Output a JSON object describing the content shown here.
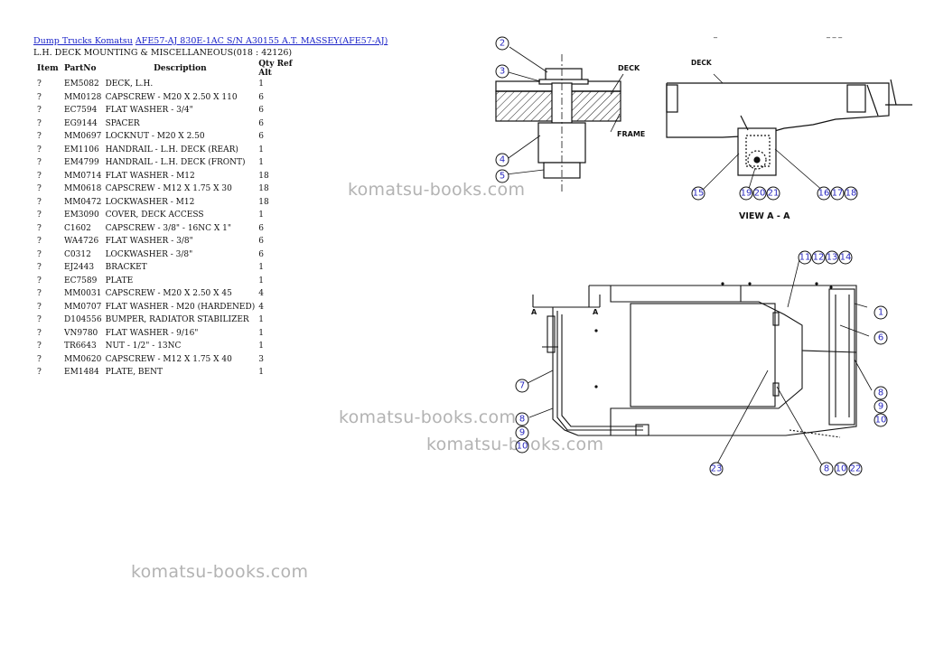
{
  "breadcrumb": {
    "link1": "Dump Trucks Komatsu",
    "link2": "AFE57-AJ 830E-1AC S/N A30155 A.T. MASSEY(AFE57-AJ)"
  },
  "subtitle": "L.H. DECK MOUNTING & MISCELLANEOUS(018 : 42126)",
  "table": {
    "headers": {
      "item": "Item",
      "partno": "PartNo",
      "description": "Description",
      "qty": "Qty Ref Alt"
    },
    "rows": [
      {
        "item": "?",
        "partno": "EM5082",
        "description": "DECK, L.H.",
        "qty": "1"
      },
      {
        "item": "?",
        "partno": "MM0128",
        "description": "CAPSCREW - M20 X 2.50 X 110",
        "qty": "6"
      },
      {
        "item": "?",
        "partno": "EC7594",
        "description": "FLAT WASHER - 3/4\"",
        "qty": "6"
      },
      {
        "item": "?",
        "partno": "EG9144",
        "description": "SPACER",
        "qty": "6"
      },
      {
        "item": "?",
        "partno": "MM0697",
        "description": "LOCKNUT - M20 X 2.50",
        "qty": "6"
      },
      {
        "item": "?",
        "partno": "EM1106",
        "description": "HANDRAIL - L.H. DECK (REAR)",
        "qty": "1"
      },
      {
        "item": "?",
        "partno": "EM4799",
        "description": "HANDRAIL - L.H. DECK (FRONT)",
        "qty": "1"
      },
      {
        "item": "?",
        "partno": "MM0714",
        "description": "FLAT WASHER - M12",
        "qty": "18"
      },
      {
        "item": "?",
        "partno": "MM0618",
        "description": "CAPSCREW - M12 X 1.75 X 30",
        "qty": "18"
      },
      {
        "item": "?",
        "partno": "MM0472",
        "description": "LOCKWASHER - M12",
        "qty": "18"
      },
      {
        "item": "?",
        "partno": "EM3090",
        "description": "COVER, DECK ACCESS",
        "qty": "1"
      },
      {
        "item": "?",
        "partno": "C1602",
        "description": "CAPSCREW - 3/8\" - 16NC X 1\"",
        "qty": "6"
      },
      {
        "item": "?",
        "partno": "WA4726",
        "description": "FLAT WASHER - 3/8\"",
        "qty": "6"
      },
      {
        "item": "?",
        "partno": "C0312",
        "description": "LOCKWASHER - 3/8\"",
        "qty": "6"
      },
      {
        "item": "?",
        "partno": "EJ2443",
        "description": "BRACKET",
        "qty": "1"
      },
      {
        "item": "?",
        "partno": "EC7589",
        "description": "PLATE",
        "qty": "1"
      },
      {
        "item": "?",
        "partno": "MM0031",
        "description": "CAPSCREW - M20 X 2.50 X 45",
        "qty": "4"
      },
      {
        "item": "?",
        "partno": "MM0707",
        "description": "FLAT WASHER - M20 (HARDENED)",
        "qty": "4"
      },
      {
        "item": "?",
        "partno": "D104556",
        "description": "BUMPER, RADIATOR STABILIZER",
        "qty": "1"
      },
      {
        "item": "?",
        "partno": "VN9780",
        "description": "FLAT WASHER - 9/16\"",
        "qty": "1"
      },
      {
        "item": "?",
        "partno": "TR6643",
        "description": "NUT - 1/2\" - 13NC",
        "qty": "1"
      },
      {
        "item": "?",
        "partno": "MM0620",
        "description": "CAPSCREW - M12 X 1.75 X 40",
        "qty": "3"
      },
      {
        "item": "?",
        "partno": "EM1484",
        "description": "PLATE, BENT",
        "qty": "1"
      }
    ]
  },
  "watermark": "komatsu-books.com",
  "drawing": {
    "deck_label": "DECK",
    "frame_label": "FRAME",
    "view_label": "VIEW A - A",
    "section_mark": "A",
    "balloons": [
      "2",
      "3",
      "4",
      "5",
      "15",
      "19",
      "20",
      "21",
      "16",
      "17",
      "18",
      "11",
      "12",
      "13",
      "14",
      "1",
      "6",
      "8",
      "9",
      "10",
      "7",
      "8",
      "9",
      "10",
      "23",
      "8",
      "10",
      "22"
    ]
  }
}
